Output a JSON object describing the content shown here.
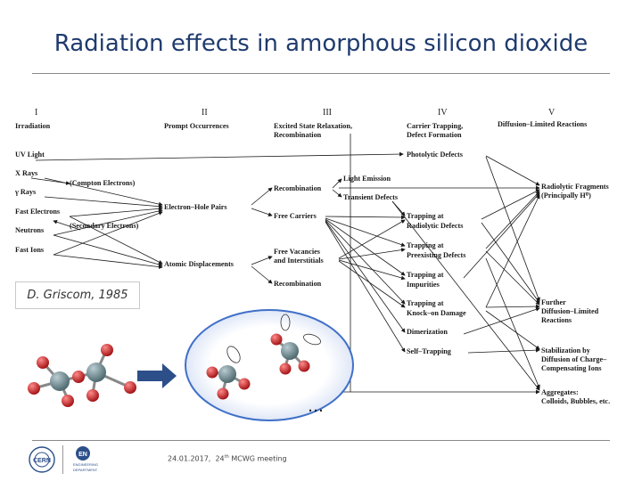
{
  "title": "Radiation effects in amorphous silicon dioxide",
  "stages": [
    "I",
    "II",
    "III",
    "IV",
    "V"
  ],
  "col_headers": {
    "c1": "Irradiation",
    "c2": "Prompt Occurrences",
    "c3a": "Excited State Relaxation,",
    "c3b": "Recombination",
    "c4a": "Carrier Trapping,",
    "c4b": "Defect Formation",
    "c5": "Diffusion–Limited Reactions"
  },
  "sources": [
    "UV Light",
    "X Rays",
    "γ Rays",
    "Fast Electrons",
    "Neutrons",
    "Fast Ions"
  ],
  "notes": {
    "compton": "(Compton Electrons)",
    "secondary": "(Secondary Electrons)"
  },
  "prompt": {
    "ehp": "Electron–Hole Pairs",
    "atomic": "Atomic Displacements"
  },
  "relax": {
    "recomb": "Recombination",
    "light": "Light Emission",
    "transient": "Transient Defects",
    "carriers": "Free Carriers",
    "vac_a": "Free Vacancies",
    "vac_b": "and Interstitials",
    "recomb2": "Recombination"
  },
  "trapping": {
    "photolytic": "Photolytic Defects",
    "t1a": "Trapping at",
    "t1b": "Radiolytic Defects",
    "t2a": "Trapping at",
    "t2b": "Preexisting Defects",
    "t3a": "Trapping at",
    "t3b": "Impurities",
    "t4a": "Trapping at",
    "t4b": "Knock–on Damage",
    "dimer": "Dimerization",
    "self": "Self–Trapping"
  },
  "diffusion": {
    "rf_a": "Radiolytic Fragments",
    "rf_b": "(Principally H⁰)",
    "fd_a": "Further",
    "fd_b": "Diffusion–Limited",
    "fd_c": "Reactions",
    "st_a": "Stabilization by",
    "st_b": "Diffusion of Charge–",
    "st_c": "Compensating Ions",
    "ag_a": "Aggregates:",
    "ag_b": "Colloids, Bubbles, etc."
  },
  "credit": "D. Griscom, 1985",
  "ellipsis": "…",
  "footer": {
    "date": "24.01.2017,",
    "meeting": "24",
    "meeting_sup": "th",
    "meeting_rest": " MCWG meeting"
  },
  "logos": {
    "cern": "CERN",
    "en_a": "EN",
    "en_b": "ENGINEERING",
    "en_c": "DEPARTMENT"
  },
  "colors": {
    "title": "#1f3b6e",
    "silicon": "#6f8a91",
    "oxygen": "#d0282a",
    "arrow": "#2c4f8a",
    "ring": "#4070c8"
  }
}
